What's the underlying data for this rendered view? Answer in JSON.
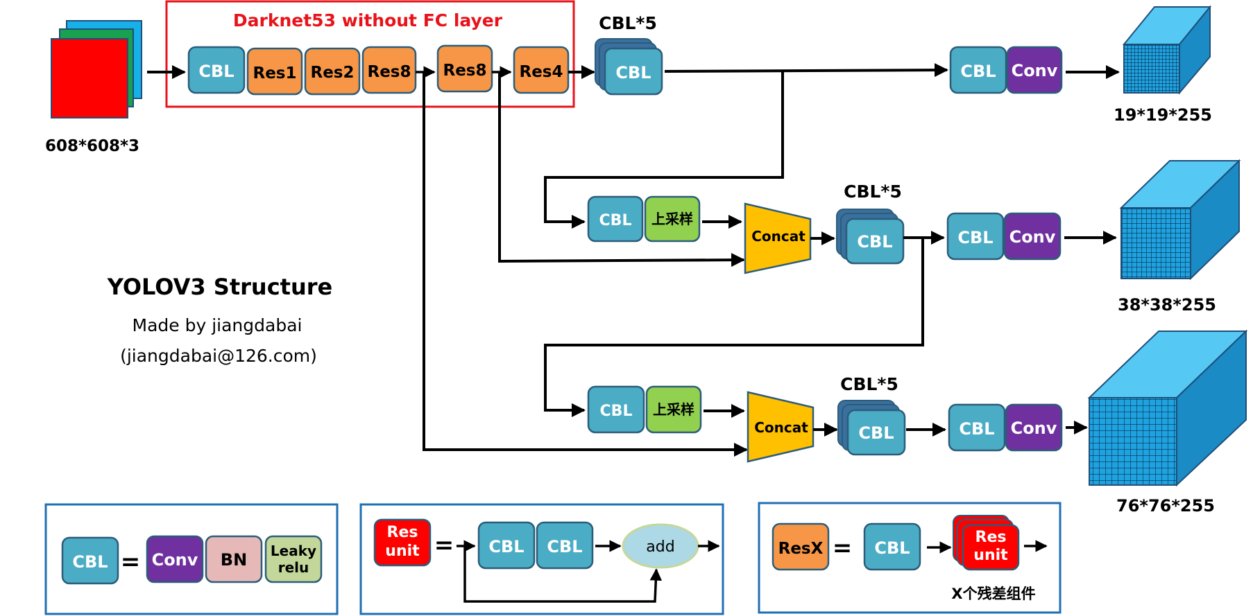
{
  "backbone": {
    "title": "Darknet53 without FC layer",
    "input_size": "608*608*3",
    "blocks": [
      "CBL",
      "Res1",
      "Res2",
      "Res8",
      "Res8",
      "Res4"
    ]
  },
  "labels": {
    "cbl": "CBL",
    "conv": "Conv",
    "upsample": "上采样",
    "concat": "Concat",
    "cbl5": "CBL*5"
  },
  "outputs": {
    "out1": "19*19*255",
    "out2": "38*38*255",
    "out3": "76*76*255"
  },
  "credit": {
    "title": "YOLOV3 Structure",
    "author": "Made by jiangdabai",
    "email": "(jiangdabai@126.com)"
  },
  "legend": {
    "cbl_def": {
      "lhs": "CBL",
      "eq": "=",
      "conv": "Conv",
      "bn": "BN",
      "leaky_line1": "Leaky",
      "leaky_line2": "relu"
    },
    "res_unit_def": {
      "lhs_line1": "Res",
      "lhs_line2": "unit",
      "eq": "=",
      "cbl": "CBL",
      "add": "add"
    },
    "resx_def": {
      "lhs": "ResX",
      "eq": "=",
      "cbl": "CBL",
      "unit_line1": "Res",
      "unit_line2": "unit",
      "caption": "X个残差组件"
    }
  },
  "colors": {
    "cbl": "#4bacc6",
    "res": "#f79646",
    "conv": "#7030a0",
    "upsample": "#92d050",
    "concat": "#ffc000",
    "cube": "#1fa3e0",
    "red": "#ff0000"
  }
}
